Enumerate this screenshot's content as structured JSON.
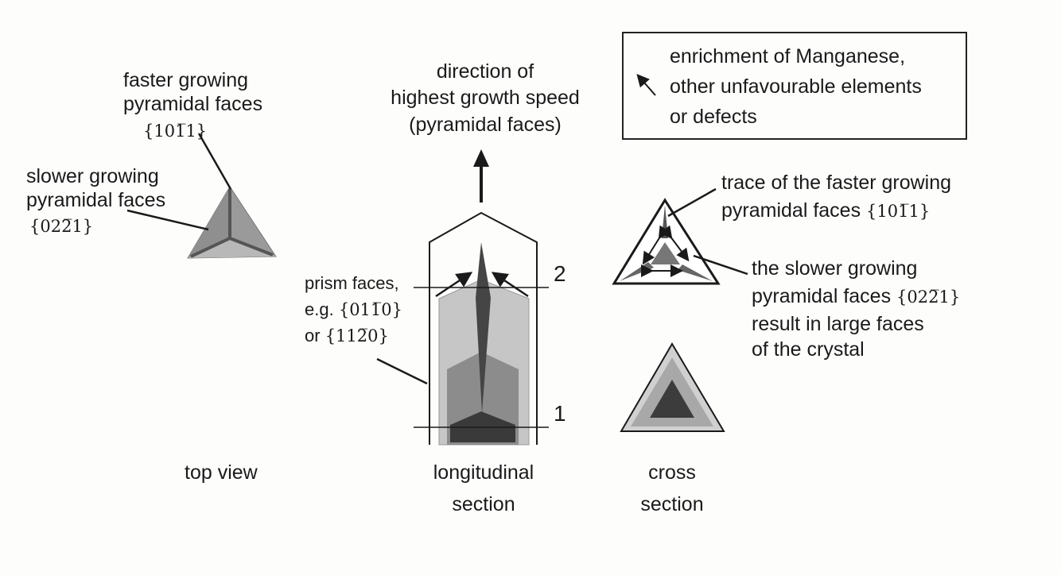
{
  "top_view": {
    "faster_label": [
      "faster growing",
      "pyramidal faces"
    ],
    "faster_index": "{101̅1}",
    "slower_label": [
      "slower growing",
      "pyramidal faces"
    ],
    "slower_index": "{022̅1}",
    "caption": "top view"
  },
  "longitudinal": {
    "direction_label": [
      "direction of",
      "highest growth speed",
      "(pyramidal faces)"
    ],
    "prism_label": [
      "prism faces,",
      "e.g.",
      "or"
    ],
    "prism_index_1": "{011̅0}",
    "prism_index_2": "{112̅0}",
    "marker_1": "1",
    "marker_2": "2",
    "caption": [
      "longitudinal",
      "section"
    ]
  },
  "legend": {
    "lines": [
      "enrichment of Manganese,",
      "other unfavourable elements",
      "or defects"
    ]
  },
  "cross_section": {
    "trace_label": [
      "trace of the faster growing",
      "pyramidal faces"
    ],
    "trace_index": "{101̅1}",
    "slower_label": [
      "the slower growing",
      "pyramidal faces",
      "result in large faces",
      "of the crystal"
    ],
    "slower_index": "{022̅1}",
    "caption": [
      "cross",
      "section"
    ]
  },
  "colors": {
    "dark": "#3a3a3a",
    "mid": "#8a8a8a",
    "light": "#c8c8c8",
    "line": "#1a1a1a"
  }
}
